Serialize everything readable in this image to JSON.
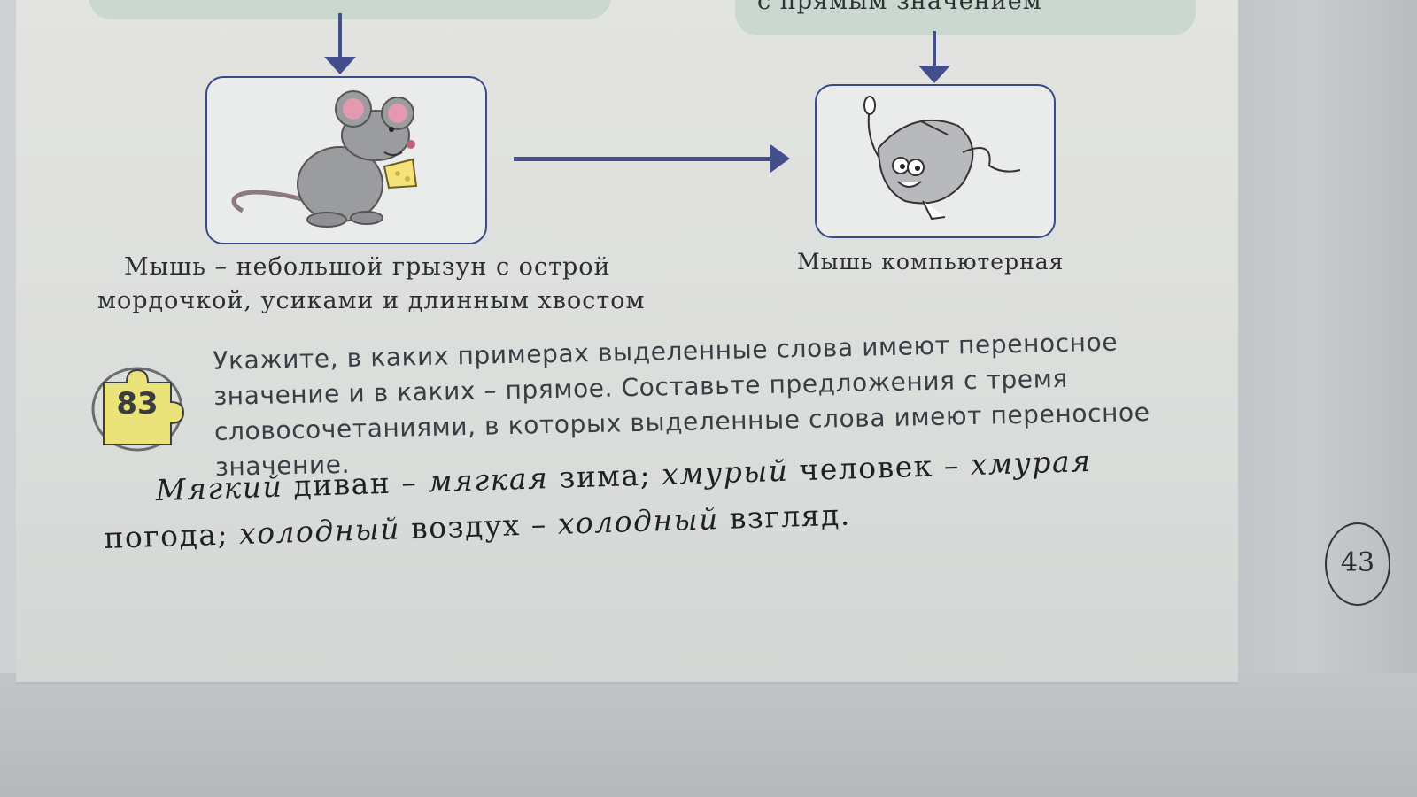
{
  "header": {
    "bubble_text": "с прямым значением"
  },
  "pictures": {
    "left_caption_line1": "Мышь – небольшой грызун с острой",
    "left_caption_line2": "мордочкой, усиками и длинным хвостом",
    "right_caption": "Мышь компьютерная"
  },
  "exercise": {
    "number": "83",
    "text": "Укажите, в каких примерах выделенные слова имеют переносное значение и в каких – прямое. Составьте предложения с тремя словосочетаниями, в которых выделенные слова имеют переносное значение."
  },
  "answer": {
    "p1": "Мягкий",
    "p2": " диван – ",
    "p3": "мягкая",
    "p4": " зима; ",
    "p5": "хмурый",
    "p6": " человек – ",
    "p7": "хмурая",
    "p8": " погода; ",
    "p9": "холодный",
    "p10": " воздух – ",
    "p11": "холодный",
    "p12": " взгляд."
  },
  "page_number": "43",
  "colors": {
    "arrow": "#434f8c",
    "badge_fill": "#e9e37a",
    "bubble": "#c5d6cd"
  }
}
